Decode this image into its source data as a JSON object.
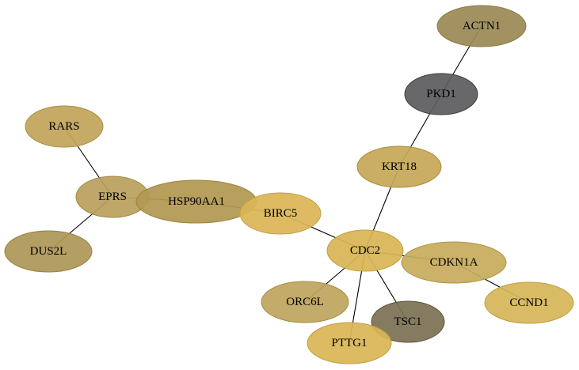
{
  "nodes": [
    {
      "id": "ACTN1",
      "label": "ACTN1",
      "fill": "#9c8a55",
      "stroke": "#8a7a44"
    },
    {
      "id": "PKD1",
      "label": "PKD1",
      "fill": "#5d5d5f",
      "stroke": "#3f3f41"
    },
    {
      "id": "KRT18",
      "label": "KRT18",
      "fill": "#c5a858",
      "stroke": "#a89040"
    },
    {
      "id": "RARS",
      "label": "RARS",
      "fill": "#c2a55a",
      "stroke": "#a88f44"
    },
    {
      "id": "EPRS",
      "label": "EPRS",
      "fill": "#b9a05c",
      "stroke": "#a08a46"
    },
    {
      "id": "HSP90AA1",
      "label": "HSP90AA1",
      "fill": "#b19852",
      "stroke": "#9b843f"
    },
    {
      "id": "BIRC5",
      "label": "BIRC5",
      "fill": "#dbb656",
      "stroke": "#c4a03f"
    },
    {
      "id": "DUS2L",
      "label": "DUS2L",
      "fill": "#ad9857",
      "stroke": "#968244"
    },
    {
      "id": "CDC2",
      "label": "CDC2",
      "fill": "#d8b556",
      "stroke": "#c09f3f"
    },
    {
      "id": "CDKN1A",
      "label": "CDKN1A",
      "fill": "#c8ac5c",
      "stroke": "#ae9546"
    },
    {
      "id": "ORC6L",
      "label": "ORC6L",
      "fill": "#bea55e",
      "stroke": "#a58f48"
    },
    {
      "id": "CCND1",
      "label": "CCND1",
      "fill": "#d6b65a",
      "stroke": "#bf9f43"
    },
    {
      "id": "TSC1",
      "label": "TSC1",
      "fill": "#7b7154",
      "stroke": "#5d5640"
    },
    {
      "id": "PTTG1",
      "label": "PTTG1",
      "fill": "#d9b657",
      "stroke": "#c2a040"
    }
  ],
  "edges": [
    [
      "ACTN1",
      "PKD1"
    ],
    [
      "PKD1",
      "KRT18"
    ],
    [
      "KRT18",
      "CDC2"
    ],
    [
      "RARS",
      "EPRS"
    ],
    [
      "EPRS",
      "DUS2L"
    ],
    [
      "EPRS",
      "HSP90AA1"
    ],
    [
      "HSP90AA1",
      "BIRC5"
    ],
    [
      "BIRC5",
      "CDC2"
    ],
    [
      "CDC2",
      "CDKN1A"
    ],
    [
      "CDKN1A",
      "CCND1"
    ],
    [
      "CDC2",
      "ORC6L"
    ],
    [
      "CDC2",
      "TSC1"
    ],
    [
      "CDC2",
      "PTTG1"
    ]
  ]
}
